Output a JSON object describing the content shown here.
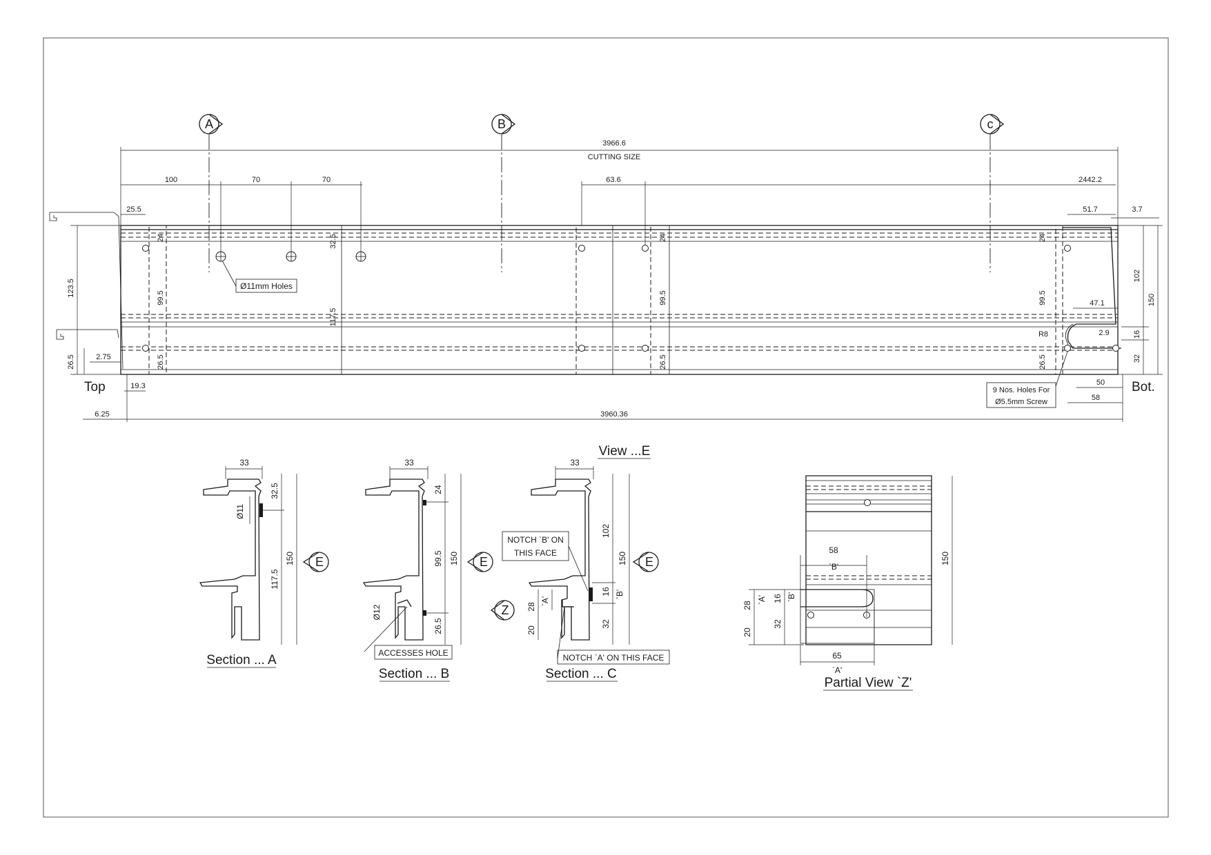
{
  "drawing": {
    "markers": {
      "a": "A",
      "b": "B",
      "c": "c",
      "e": "E",
      "z": "Z"
    },
    "dims": {
      "cutting_length": "3966.6",
      "cutting_size": "CUTTING SIZE",
      "d100": "100",
      "d70a": "70",
      "d70b": "70",
      "d63_6": "63.6",
      "d2442_2": "2442.2",
      "d25_5": "25.5",
      "d51_7": "51.7",
      "d3_7": "3.7",
      "d123_5": "123.5",
      "d24_left": "24",
      "d24_mid": "24",
      "d24_right": "24",
      "d32_5": "32.5",
      "d99_5_left": "99.5",
      "d99_5_mid": "99.5",
      "d99_5_right": "99.5",
      "d117_5": "117.5",
      "d26_5_left": "26.5",
      "d26_5_mid": "26.5",
      "d26_5_right": "26.5",
      "d26_5_out": "26.5",
      "d2_75": "2.75",
      "d19_3": "19.3",
      "d6_25": "6.25",
      "d3960_36": "3960.36",
      "d102": "102",
      "d150": "150",
      "d47_1": "47.1",
      "dR8": "R8",
      "d2_9": "2.9",
      "d16": "16",
      "d32": "32",
      "d50": "50",
      "d58": "58"
    },
    "labels": {
      "holes11": "Ø11mm Holes",
      "screw_note_1": "9 Nos. Holes For",
      "screw_note_2": "Ø5.5mm Screw",
      "top": "Top",
      "bot": "Bot."
    },
    "sections": {
      "a": {
        "title": "Section ... A",
        "w33": "33",
        "d32_5": "32.5",
        "d11": "Ø11",
        "d117_5": "117.5",
        "d150": "150"
      },
      "b": {
        "title": "Section ... B",
        "w33": "33",
        "d24": "24",
        "d99_5": "99.5",
        "d150": "150",
        "d26_5": "26.5",
        "d12": "Ø12",
        "note": "ACCESSES HOLE"
      },
      "c": {
        "title": "Section ... C",
        "view_label": "View ...E",
        "w33": "33",
        "d102": "102",
        "d150": "150",
        "d16": "16",
        "dB": "`B'",
        "d32": "32",
        "d28": "28",
        "dA": "`A'",
        "d20": "20",
        "note_b_1": "NOTCH `B' ON",
        "note_b_2": "THIS FACE",
        "note_a": "NOTCH `A' ON THIS FACE"
      },
      "z": {
        "title": "Partial View `Z'",
        "d58": "58",
        "dB": "`B'",
        "d150": "150",
        "d28": "28",
        "dA": "`A'",
        "d16": "16",
        "dB2": "`B'",
        "d20": "20",
        "d32": "32",
        "d65": "65",
        "dA2": "`A'"
      }
    }
  }
}
